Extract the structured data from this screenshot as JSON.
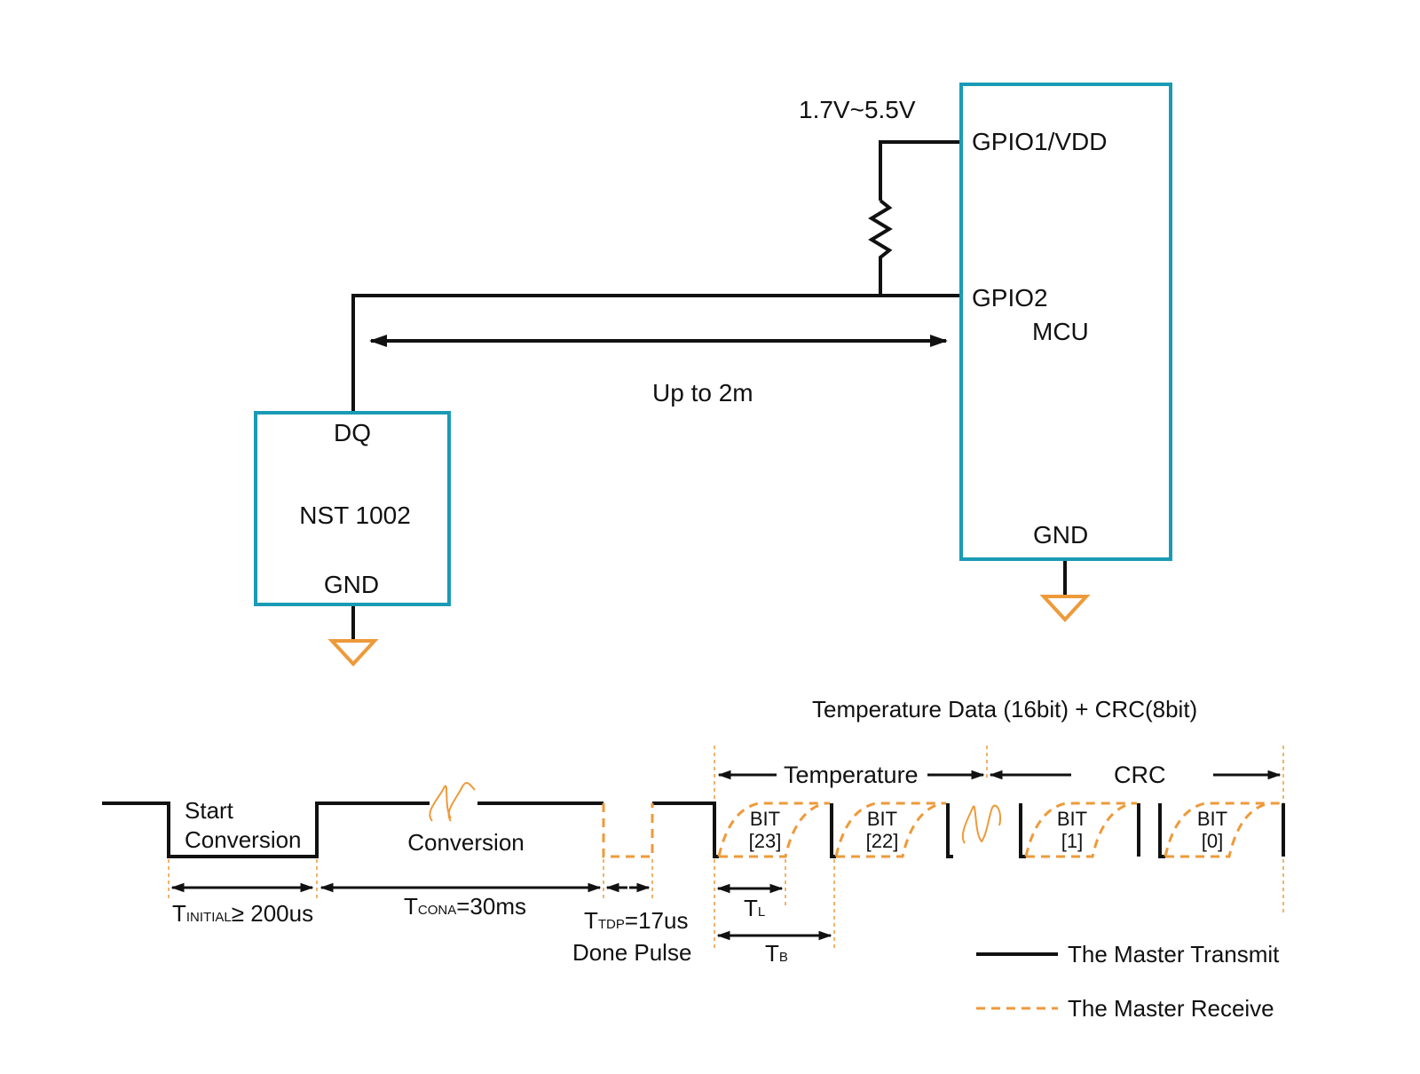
{
  "circuit": {
    "supply_label": "1.7V~5.5V",
    "mcu": {
      "name": "MCU",
      "pins": {
        "vdd": "GPIO1/VDD",
        "data": "GPIO2",
        "gnd": "GND"
      }
    },
    "sensor": {
      "name": "NST 1002",
      "pins": {
        "dq": "DQ",
        "gnd": "GND"
      }
    },
    "cable_length_label": "Up to 2m",
    "colors": {
      "box": "#1a9bb5",
      "ground": "#ee9a3a",
      "wire": "#111111"
    }
  },
  "timing": {
    "frame_title": "Temperature Data (16bit) + CRC(8bit)",
    "sections": {
      "temperature": "Temperature",
      "crc": "CRC"
    },
    "phases": {
      "start": [
        "Start",
        "Conversion"
      ],
      "conversion": "Conversion",
      "done_pulse": "Done Pulse"
    },
    "durations": {
      "t_initial": {
        "symbol": "T",
        "sub": "INITIAL",
        "value": "≥ 200us"
      },
      "t_cona": {
        "symbol": "T",
        "sub": "CONA",
        "value": "=30ms"
      },
      "t_tdp": {
        "symbol": "T",
        "sub": "TDP",
        "value": "=17us"
      },
      "t_l": {
        "symbol": "T",
        "sub": "L"
      },
      "t_b": {
        "symbol": "T",
        "sub": "B"
      }
    },
    "bits": [
      {
        "line1": "BIT",
        "line2": "[23]"
      },
      {
        "line1": "BIT",
        "line2": "[22]"
      },
      {
        "line1": "BIT",
        "line2": "[1]"
      },
      {
        "line1": "BIT",
        "line2": "[0]"
      }
    ],
    "legend": {
      "transmit": "The Master Transmit",
      "receive": "The Master Receive"
    },
    "colors": {
      "transmit": "#111111",
      "receive": "#ee9a3a"
    }
  }
}
